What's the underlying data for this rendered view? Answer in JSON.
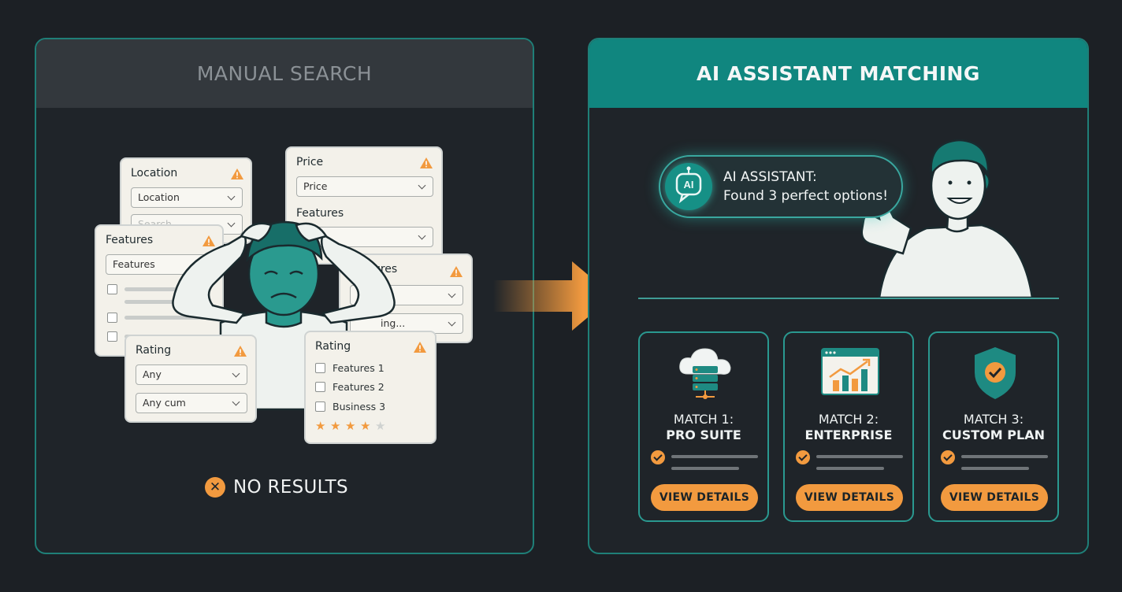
{
  "left_panel": {
    "title": "MANUAL SEARCH",
    "cards": {
      "location": {
        "title": "Location",
        "select": "Location",
        "search_placeholder": "Search"
      },
      "price": {
        "title": "Price",
        "select": "Price",
        "features_title": "Features"
      },
      "features_left": {
        "title": "Features",
        "select": "Features"
      },
      "features_right": {
        "title": "Features",
        "select2": "ing..."
      },
      "rating_left": {
        "title": "Rating",
        "select1": "Any",
        "select2": "Any cum"
      },
      "rating_right": {
        "title": "Rating",
        "options": [
          "Features 1",
          "Features 2",
          "Business 3"
        ],
        "stars_filled": 4,
        "stars_total": 5
      }
    },
    "status": "NO RESULTS"
  },
  "right_panel": {
    "title": "AI ASSISTANT MATCHING",
    "assistant": {
      "icon_label": "AI",
      "title": "AI ASSISTANT:",
      "message": "Found 3 perfect options!"
    },
    "matches": [
      {
        "line1": "MATCH 1:",
        "line2": "PRO SUITE",
        "icon": "cloud-server-icon",
        "button": "VIEW DETAILS"
      },
      {
        "line1": "MATCH 2:",
        "line2": "ENTERPRISE",
        "icon": "growth-chart-icon",
        "button": "VIEW DETAILS"
      },
      {
        "line1": "MATCH 3:",
        "line2": "CUSTOM PLAN",
        "icon": "shield-check-icon",
        "button": "VIEW DETAILS"
      }
    ]
  },
  "colors": {
    "background": "#1c2025",
    "teal": "#10867f",
    "accent_orange": "#f29a3f",
    "card_cream": "#f3f1ea"
  }
}
